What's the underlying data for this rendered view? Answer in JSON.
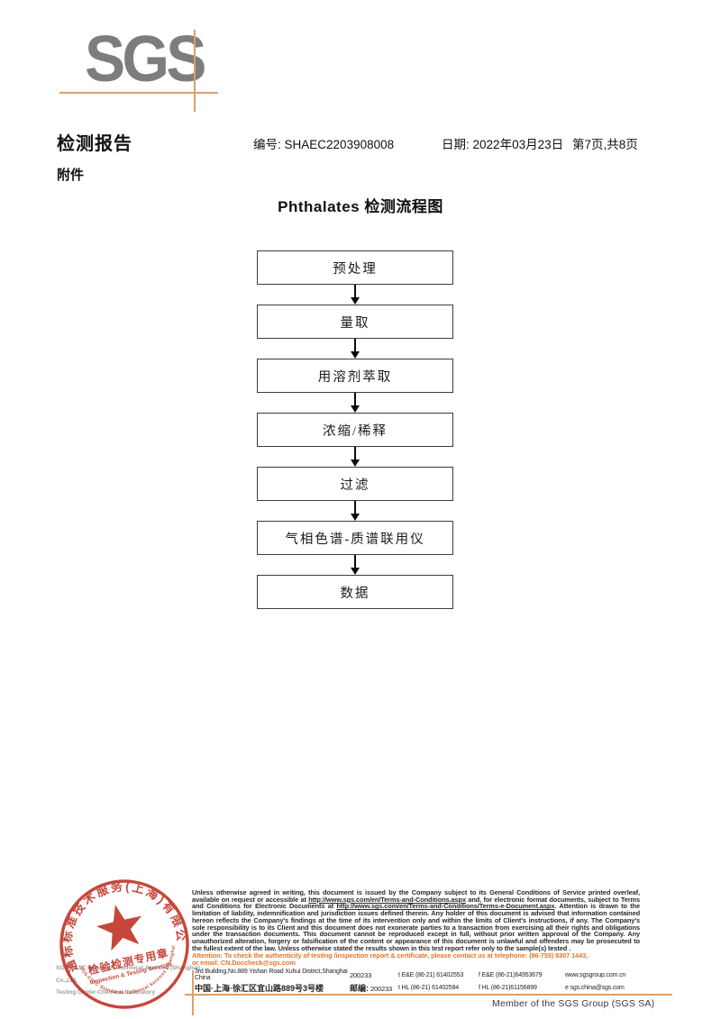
{
  "logo": {
    "text": "SGS"
  },
  "header": {
    "report_title": "检测报告",
    "report_no_label": "编号:",
    "report_no": "SHAEC2203908008",
    "date_label": "日期:",
    "date": "2022年03月23日",
    "page_info": "第7页,共8页",
    "attachment": "附件"
  },
  "flowchart": {
    "title": "Phthalates 检测流程图",
    "steps": [
      "预处理",
      "量取",
      "用溶剂萃取",
      "浓缩/稀释",
      "过滤",
      "气相色谱-质谱联用仪",
      "数据"
    ]
  },
  "stamp": {
    "arc_zh": "通标标准技术服务(上海)有限公司",
    "line1": "检验检测专用章",
    "line2": "Inspection & Testing Services",
    "arc_en": "SGS-CSTC Standards Technical Services (Shanghai) Co.,Ltd.",
    "color": "#c23a2c"
  },
  "footer": {
    "company_line1": "SGS-CSTC Standards Technical Services (Shanghai) Co.,Ltd.",
    "company_line2": "Testing Center-Chemical Laboratory",
    "disclaimer_part1": "Unless otherwise agreed in writing, this document is issued by the Company subject to its General Conditions of Service printed overleaf, available on request or accessible at ",
    "disclaimer_url1": "http://www.sgs.com/en/Terms-and-Conditions.aspx",
    "disclaimer_part2": " and, for electronic format documents, subject to Terms and Conditions for Electronic Documents at ",
    "disclaimer_url2": "http://www.sgs.com/en/Terms-and-Conditions/Terms-e-Document.aspx",
    "disclaimer_part3": ". Attention is drawn to the limitation of liability, indemnification and jurisdiction issues defined therein. Any holder of this document is advised that information contained hereon reflects the Company's findings at the time of its intervention only and within the limits of Client's instructions, if any. The Company's sole responsibility is to its Client and this document does not exonerate parties to a transaction from exercising all their rights and obligations under the transaction documents. This document cannot be reproduced except in full, without prior written approval of the Company. Any unauthorized alteration, forgery or falsification of the content or appearance of this document is unlawful and offenders may be prosecuted to the fullest extent of the law. Unless otherwise stated the results shown in this test report refer only to the sample(s) tested .",
    "attention_line1": "Attention: To check the authenticity of testing /inspection report & certificate, please contact us at telephone: (86-755) 8307 1443,",
    "attention_line2_label": "or email: ",
    "attention_email": "CN.Doccheck@sgs.com",
    "address_en": "3rd Building,No.889 Yishan Road Xuhui District,Shanghai China",
    "postcode_en": "200233",
    "tel1": "t E&E (86-21) 61402553",
    "fax1": "f E&E (86-21)64953679",
    "web": "www.sgsgroup.com.cn",
    "address_zh": "中国·上海·徐汇区宜山路889号3号楼",
    "postcode_zh_label": "邮编:",
    "postcode_zh": "200233",
    "tel2": "t HL (86-21) 61402594",
    "fax2": "f HL (86-21)61156899",
    "email": "e  sgs.china@sgs.com",
    "member": "Member of the SGS Group (SGS SA)"
  }
}
